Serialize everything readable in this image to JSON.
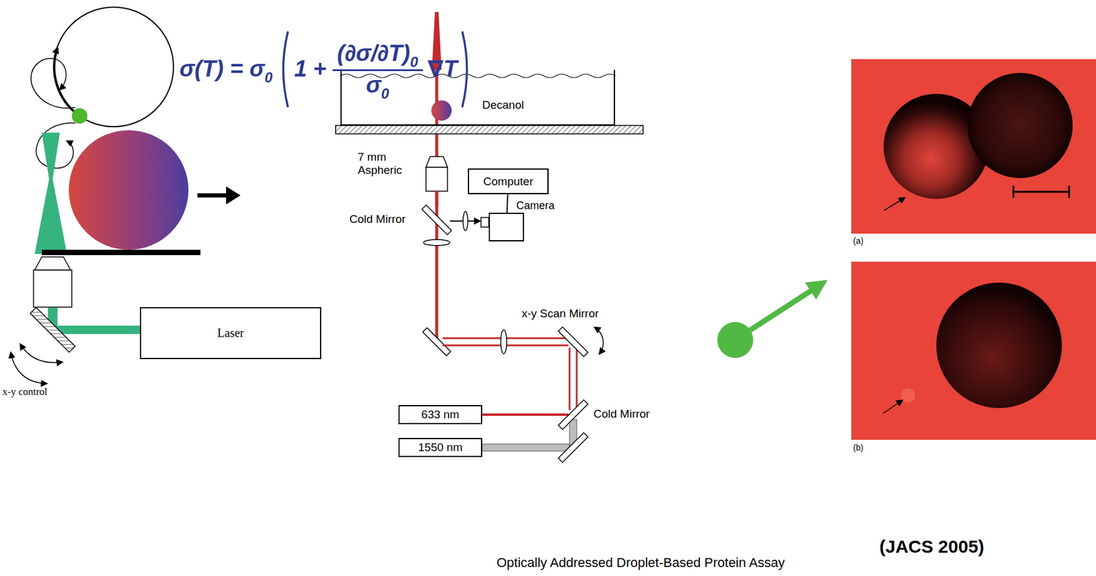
{
  "diagram": {
    "caption": "Optically Addressed Droplet-Based Protein Assay",
    "nodes": [
      {
        "text": [
          "Laser"
        ]
      },
      {
        "text": [
          "Decanol"
        ]
      },
      {
        "text": [
          "Computer"
        ]
      },
      {
        "text": [
          "Camera"
        ]
      },
      {
        "text": [
          "633 nm"
        ]
      },
      {
        "text": [
          "1550 nm"
        ]
      }
    ],
    "edges": [
      {
        "from": 2,
        "to": 3,
        "arrow": "none"
      }
    ],
    "labels": [
      "σ(T) = σ",
      "0",
      "1 +",
      "(∂σ/∂T)",
      "0",
      "σ",
      "0",
      "∇T",
      "x-y control",
      "7 mm Aspheric",
      "Cold Mirror",
      "x-y Scan Mirror",
      "Cold Mirror",
      "(a)",
      "(b)",
      "(JACS 2005)"
    ]
  }
}
